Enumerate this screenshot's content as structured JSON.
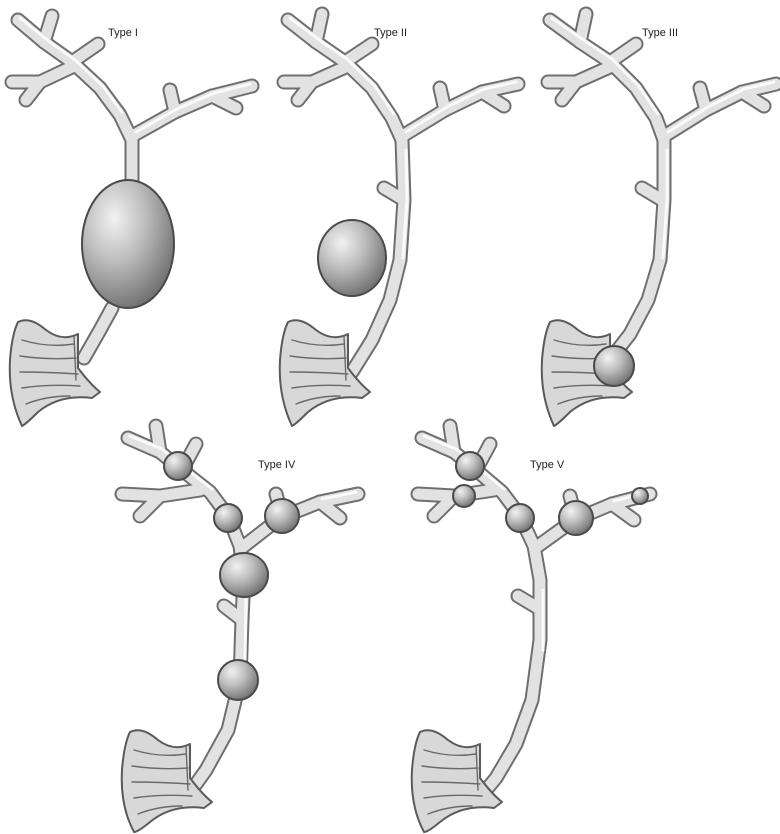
{
  "figure": {
    "panels": [
      {
        "id": "type-1",
        "label": "Type I"
      },
      {
        "id": "type-2",
        "label": "Type II"
      },
      {
        "id": "type-3",
        "label": "Type III"
      },
      {
        "id": "type-4",
        "label": "Type IV"
      },
      {
        "id": "type-5",
        "label": "Type V"
      }
    ]
  },
  "colors": {
    "duct_fill": "#e2e2e2",
    "duct_outline": "#6f6f6f",
    "cyst_light": "#d2d2d2",
    "cyst_dark": "#7c7c7c",
    "background": "#ffffff"
  }
}
